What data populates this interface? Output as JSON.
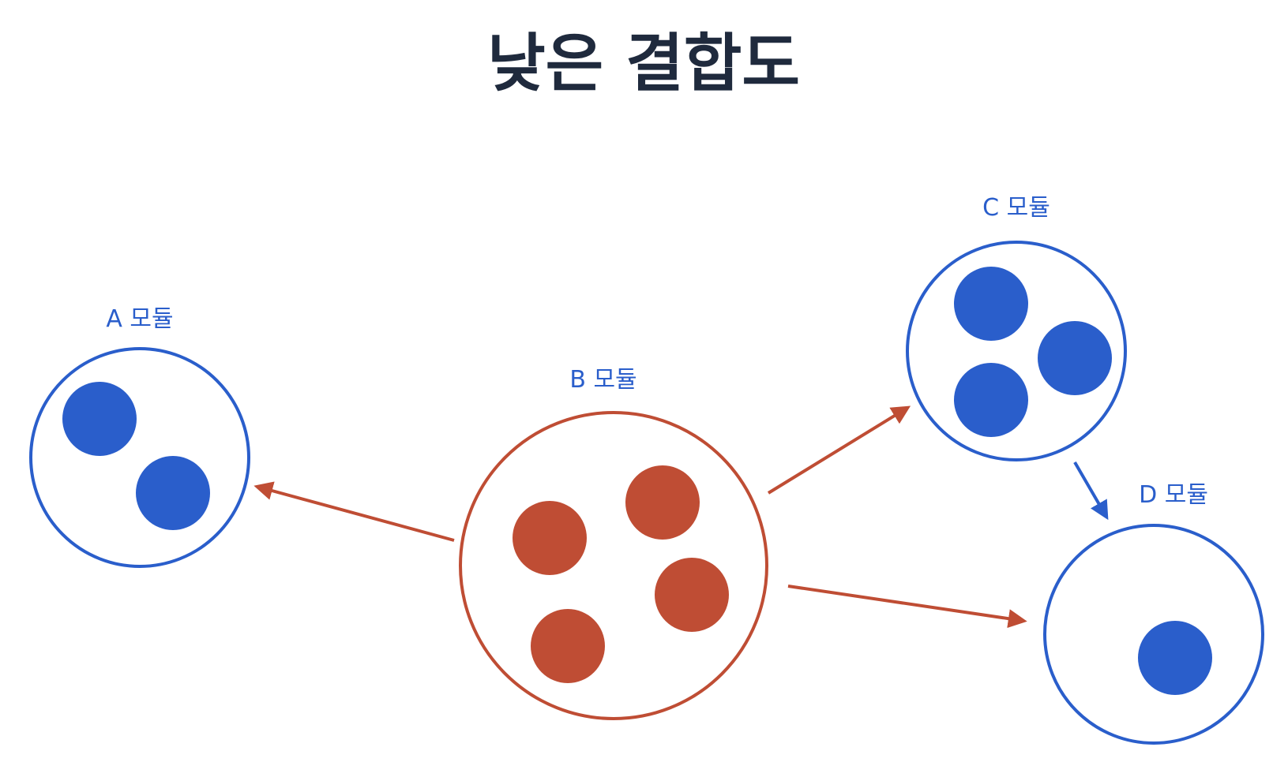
{
  "title": "낮은 결합도",
  "colors": {
    "blue": "#2a5ecb",
    "red": "#bf4d34",
    "title": "#1f2a3d"
  },
  "modules": {
    "a": {
      "label": "A 모듈",
      "color": "blue",
      "items": 2
    },
    "b": {
      "label": "B 모듈",
      "color": "red",
      "items": 4
    },
    "c": {
      "label": "C 모듈",
      "color": "blue",
      "items": 3
    },
    "d": {
      "label": "D 모듈",
      "color": "blue",
      "items": 1
    }
  },
  "edges": [
    {
      "from": "B 모듈",
      "to": "A 모듈"
    },
    {
      "from": "B 모듈",
      "to": "C 모듈"
    },
    {
      "from": "B 모듈",
      "to": "D 모듈"
    },
    {
      "from": "C 모듈",
      "to": "D 모듈"
    }
  ]
}
